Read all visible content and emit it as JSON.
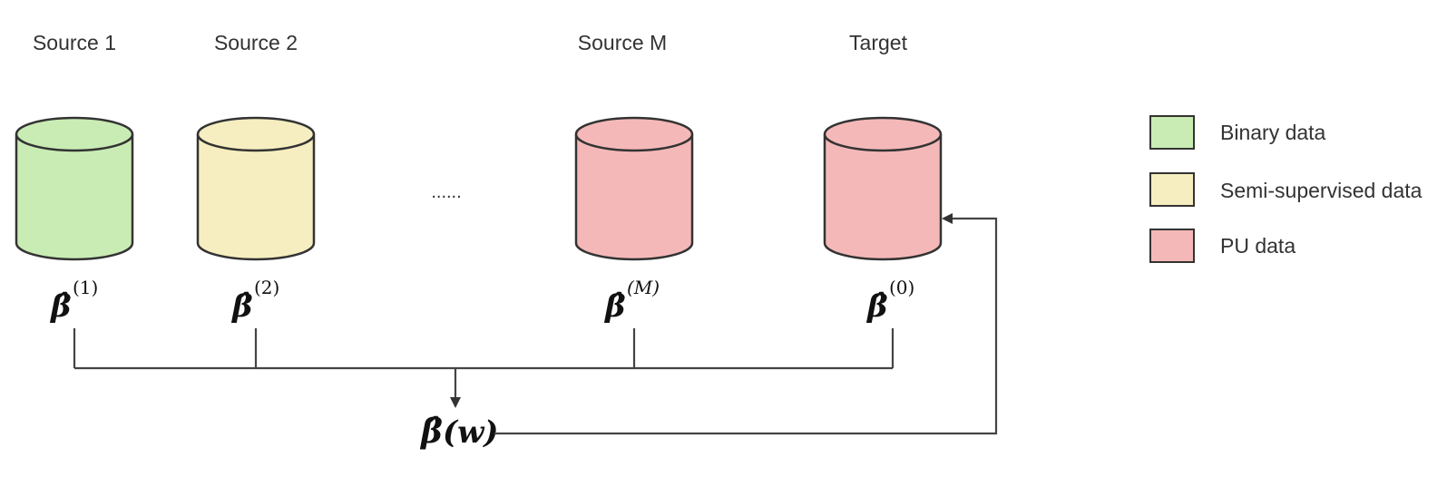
{
  "sources": [
    {
      "label": "Source 1",
      "estimator": "β̂",
      "superscript": "(1)",
      "color": "#c9ecb4",
      "kind": "binary"
    },
    {
      "label": "Source 2",
      "estimator": "β̂",
      "superscript": "(2)",
      "color": "#f6eec0",
      "kind": "semi"
    },
    {
      "label": "Source M",
      "estimator": "β̂",
      "superscript": "(M)",
      "color": "#f5b8b8",
      "kind": "pu"
    },
    {
      "label": "Target",
      "estimator": "β̂",
      "superscript": "(0)",
      "color": "#f5b8b8",
      "kind": "pu"
    }
  ],
  "ellipsis": "......",
  "aggregate": {
    "estimator": "β̂",
    "argument": "(w)"
  },
  "legend": [
    {
      "label": "Binary data",
      "color": "#c9ecb4"
    },
    {
      "label": "Semi-supervised data",
      "color": "#f6eec0"
    },
    {
      "label": "PU data",
      "color": "#f5b8b8"
    }
  ],
  "colors": {
    "stroke": "#333333",
    "line": "#444444"
  }
}
